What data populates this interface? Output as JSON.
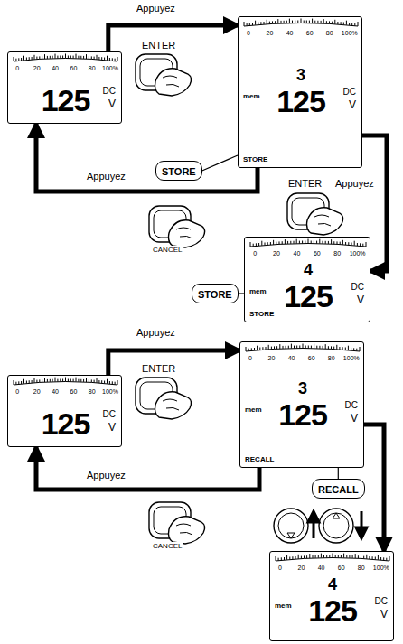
{
  "diagram": {
    "nodes": [
      {
        "text": [
          "0",
          "20",
          "40",
          "60",
          "80",
          "100%",
          "125",
          "DC",
          "V"
        ]
      },
      {
        "text": [
          "0",
          "20",
          "40",
          "60",
          "80",
          "100%",
          "125",
          "DC",
          "V",
          "mem",
          "3",
          "STORE"
        ]
      },
      {
        "text": [
          "STORE"
        ]
      },
      {
        "text": [
          "0",
          "20",
          "40",
          "60",
          "80",
          "100%",
          "125",
          "DC",
          "V",
          "mem",
          "4",
          "STORE"
        ]
      },
      {
        "text": [
          "STORE"
        ]
      },
      {
        "text": [
          "0",
          "20",
          "40",
          "60",
          "80",
          "100%",
          "125",
          "DC",
          "V"
        ]
      },
      {
        "text": [
          "0",
          "20",
          "40",
          "60",
          "80",
          "100%",
          "125",
          "DC",
          "V",
          "mem",
          "3",
          "RECALL"
        ]
      },
      {
        "text": [
          "RECALL"
        ]
      },
      {
        "text": [
          "0",
          "20",
          "40",
          "60",
          "80",
          "100%",
          "125",
          "DC",
          "V",
          "mem",
          "4"
        ]
      }
    ],
    "edges": [
      {
        "from": 0,
        "to": 1,
        "arrow": "to"
      },
      {
        "from": 1,
        "to": 0,
        "arrow": "to"
      },
      {
        "from": 2,
        "to": 1,
        "arrow": "none"
      },
      {
        "from": 1,
        "to": 3,
        "arrow": "to"
      },
      {
        "from": 4,
        "to": 3,
        "arrow": "none"
      },
      {
        "from": 5,
        "to": 6,
        "arrow": "to"
      },
      {
        "from": 6,
        "to": 5,
        "arrow": "to"
      },
      {
        "from": 7,
        "to": 6,
        "arrow": "none"
      },
      {
        "from": 6,
        "to": 8,
        "arrow": "to"
      }
    ],
    "labels": [
      "Appuyez",
      "ENTER",
      "Appuyez",
      "CANCEL",
      "ENTER",
      "Appuyez",
      "Appuyez",
      "ENTER",
      "Appuyez",
      "CANCEL"
    ]
  }
}
